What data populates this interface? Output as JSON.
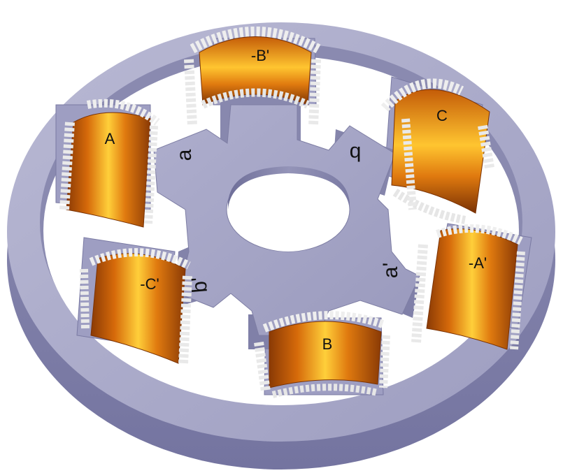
{
  "diagram": {
    "colors": {
      "frame": "#a9a9c8",
      "frame_dark": "#7e7ea4",
      "frame_light": "#c8c8de",
      "copper": "#dd6f0a",
      "copper_highlight": "#ffcf3a",
      "copper_dark": "#8a3a05",
      "winding": "#eeeeee"
    },
    "coil_labels": {
      "A": "A",
      "neg_B_prime": "-B'",
      "C": "C",
      "neg_A_prime": "-A'",
      "B": "B",
      "neg_C_prime": "-C'"
    },
    "pole_labels": {
      "a": "a",
      "b": "b",
      "a_prime": "a'",
      "b_prime": "b'"
    }
  }
}
